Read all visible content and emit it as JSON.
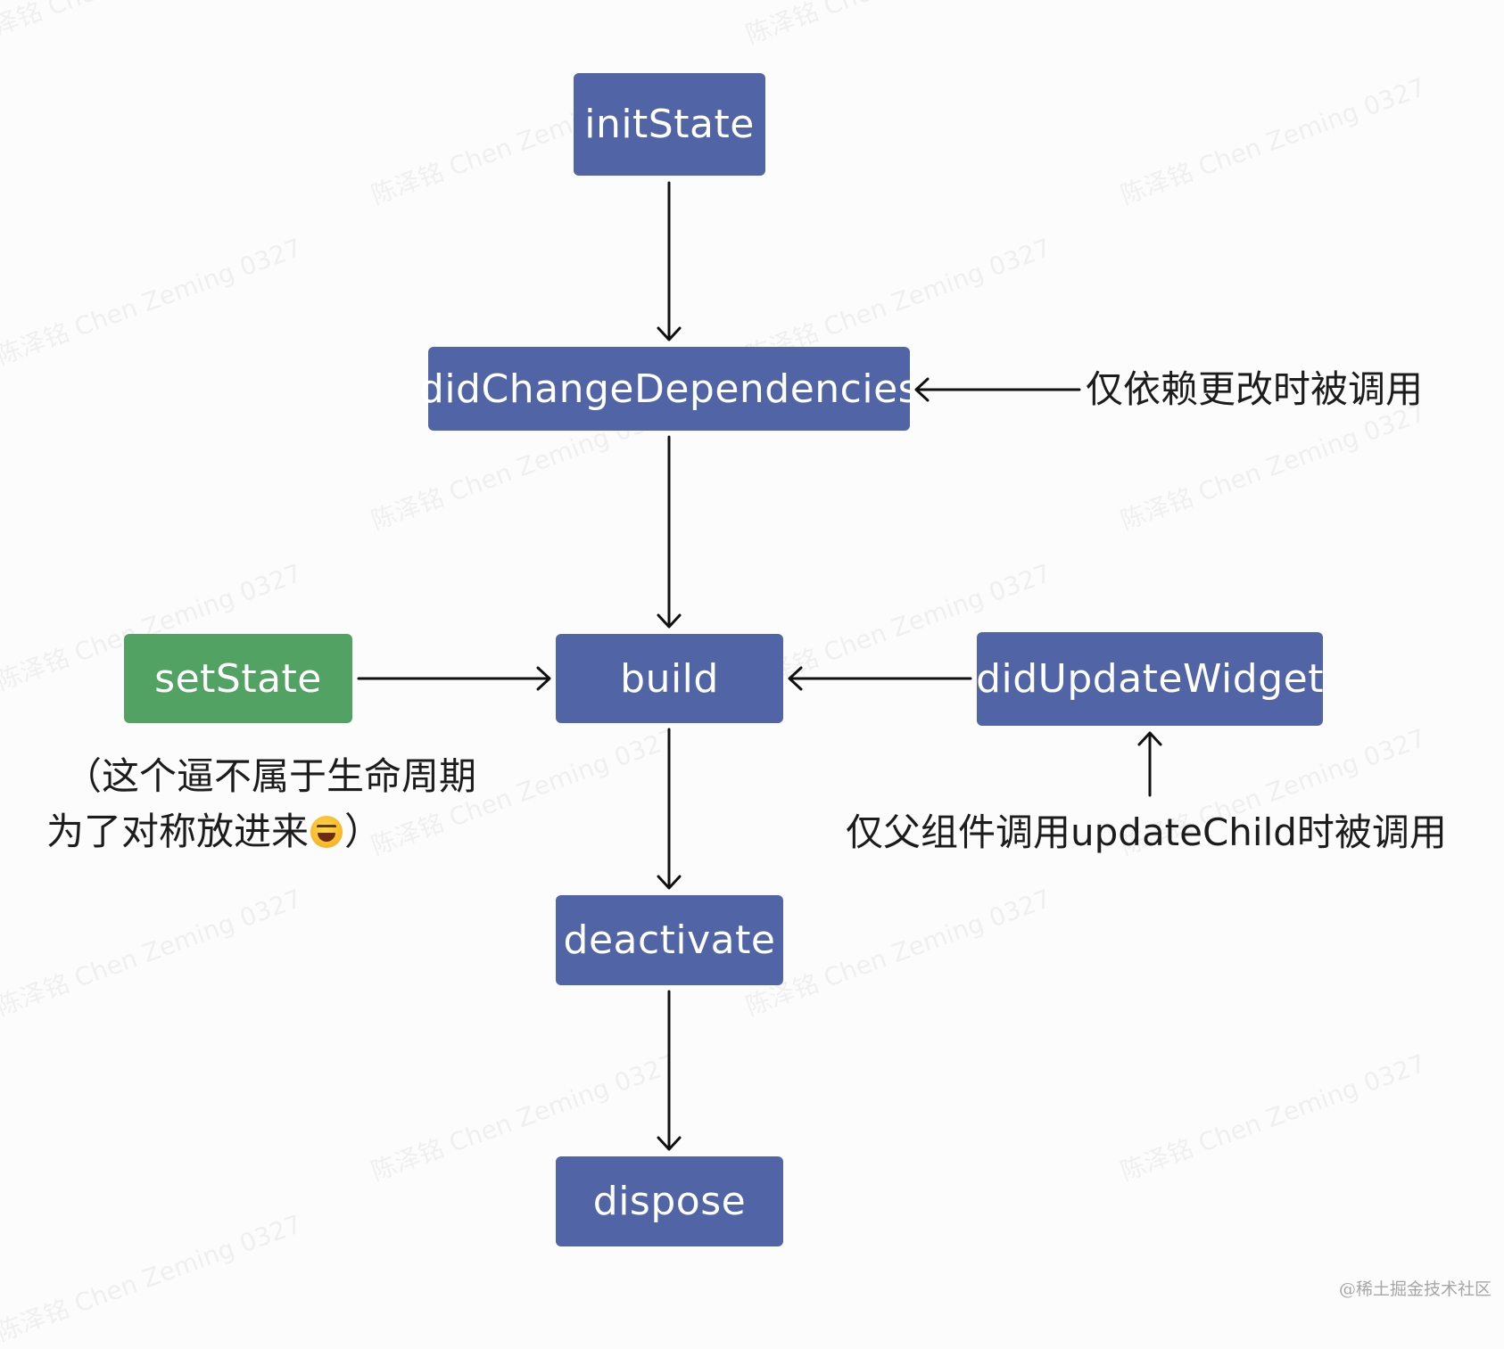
{
  "nodes": {
    "initState": "initState",
    "didChangeDependencies": "didChangeDependencies",
    "build": "build",
    "setState": "setState",
    "didUpdateWidget": "didUpdateWidget",
    "deactivate": "deactivate",
    "dispose": "dispose"
  },
  "annotations": {
    "didchange_note": "仅依赖更改时被调用",
    "setstate_note_line1": "（这个逼不属于生命周期",
    "setstate_note_line2_prefix": "为了对称放进来",
    "setstate_note_emoji": "grinning-squinting-face-emoji",
    "setstate_note_line2_suffix": "）",
    "didupdate_note": "仅父组件调用updateChild时被调用"
  },
  "watermark": "陈泽铭 Chen Zeming 0327",
  "credit": "@稀土掘金技术社区",
  "colors": {
    "lifecycle_node": "#5164a6",
    "setstate_node": "#52a264",
    "node_text": "#ffffff",
    "arrow": "#111111",
    "annotation_text": "#1c1c1c",
    "background": "#fcfcfc"
  }
}
